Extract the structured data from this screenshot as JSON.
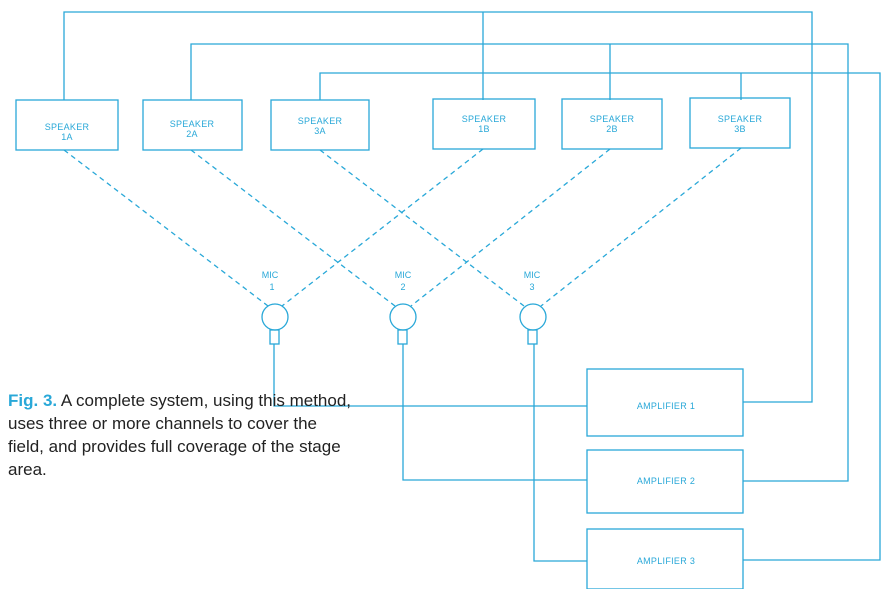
{
  "colors": {
    "line": "#29a8d8",
    "text": "#222222",
    "fig_label": "#29a8d8"
  },
  "speakers": [
    {
      "line1": "SPEAKER",
      "line2": "1A"
    },
    {
      "line1": "SPEAKER",
      "line2": "2A"
    },
    {
      "line1": "SPEAKER",
      "line2": "3A"
    },
    {
      "line1": "SPEAKER",
      "line2": "1B"
    },
    {
      "line1": "SPEAKER",
      "line2": "2B"
    },
    {
      "line1": "SPEAKER",
      "line2": "3B"
    }
  ],
  "mics": [
    {
      "line1": "MIC",
      "line2": "1"
    },
    {
      "line1": "MIC",
      "line2": "2"
    },
    {
      "line1": "MIC",
      "line2": "3"
    }
  ],
  "amplifiers": [
    {
      "label": "AMPLIFIER 1"
    },
    {
      "label": "AMPLIFIER 2"
    },
    {
      "label": "AMPLIFIER 3"
    }
  ],
  "caption": {
    "fig": "Fig. 3.",
    "text": "A complete system, using this method, uses three or more channels to cover  the field, and provides full coverage of the stage area."
  }
}
